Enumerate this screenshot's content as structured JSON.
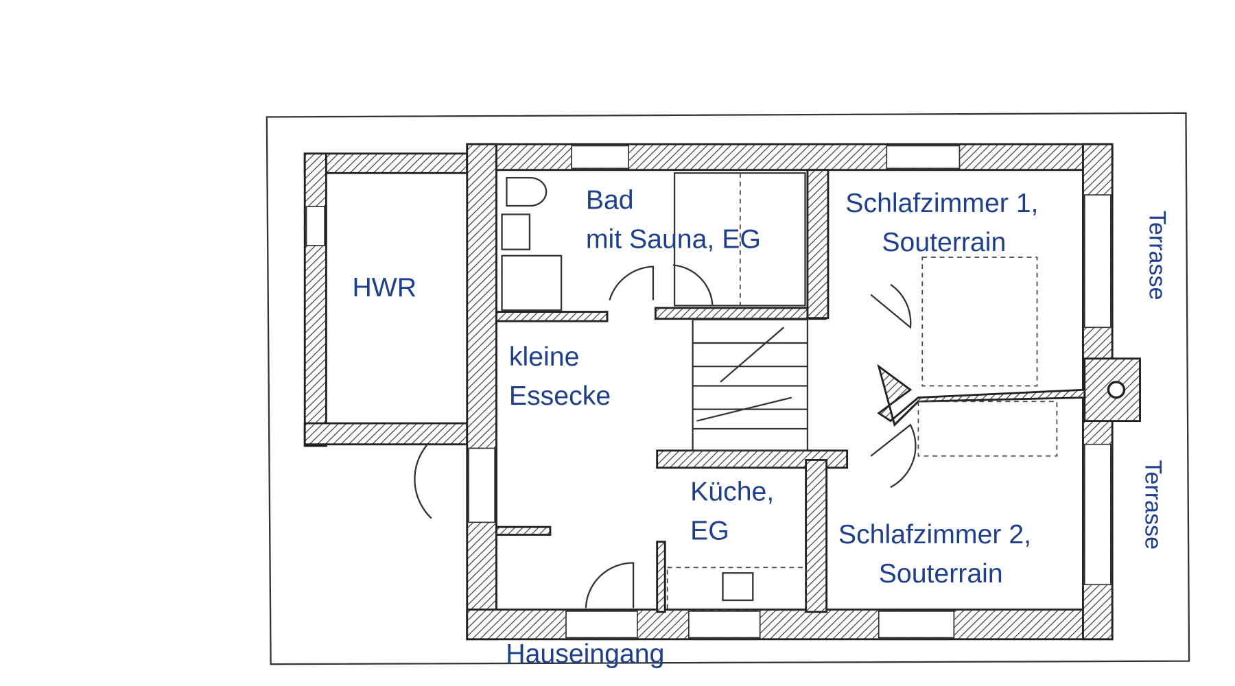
{
  "rooms": {
    "hwr": "HWR",
    "bad_line1": "Bad",
    "bad_line2": "mit Sauna, EG",
    "schlaf1_line1": "Schlafzimmer 1,",
    "schlaf1_line2": "Souterrain",
    "essecke_line1": "kleine",
    "essecke_line2": "Essecke",
    "kueche_line1": "Küche,",
    "kueche_line2": "EG",
    "schlaf2_line1": "Schlafzimmer 2,",
    "schlaf2_line2": "Souterrain"
  },
  "outside": {
    "terrasse_top": "Terrasse",
    "terrasse_bottom": "Terrasse",
    "entrance": "Hauseingang"
  },
  "colors": {
    "label": "#1d3f8c",
    "lines": "#222222"
  }
}
